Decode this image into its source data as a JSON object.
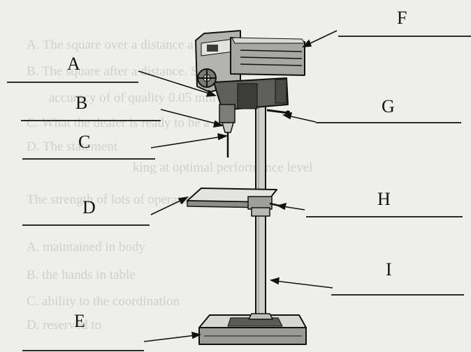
{
  "labels": {
    "A": "A",
    "B": "B",
    "C": "C",
    "D": "D",
    "E": "E",
    "F": "F",
    "G": "G",
    "H": "H",
    "I": "I"
  },
  "colors": {
    "background": "#eeeeea",
    "ink": "#111111",
    "show_through": "#cfcfcb"
  },
  "bleed_through_text": [
    "A.  The square over a distance a accuracy of 0.1",
    "B.  The square after a distance. Size square cut",
    "      accuracy of of quality 0.05 mm and 0.01 mm",
    "C.  What the dealer is ready to be a sure",
    "D.  The statement",
    "      king at optimal performance level",
    "The strength of lots of operators to form",
    "A.  maintained in body",
    "B.  the hands in table",
    "C.  ability to the coordination",
    "D.  reserved to"
  ]
}
